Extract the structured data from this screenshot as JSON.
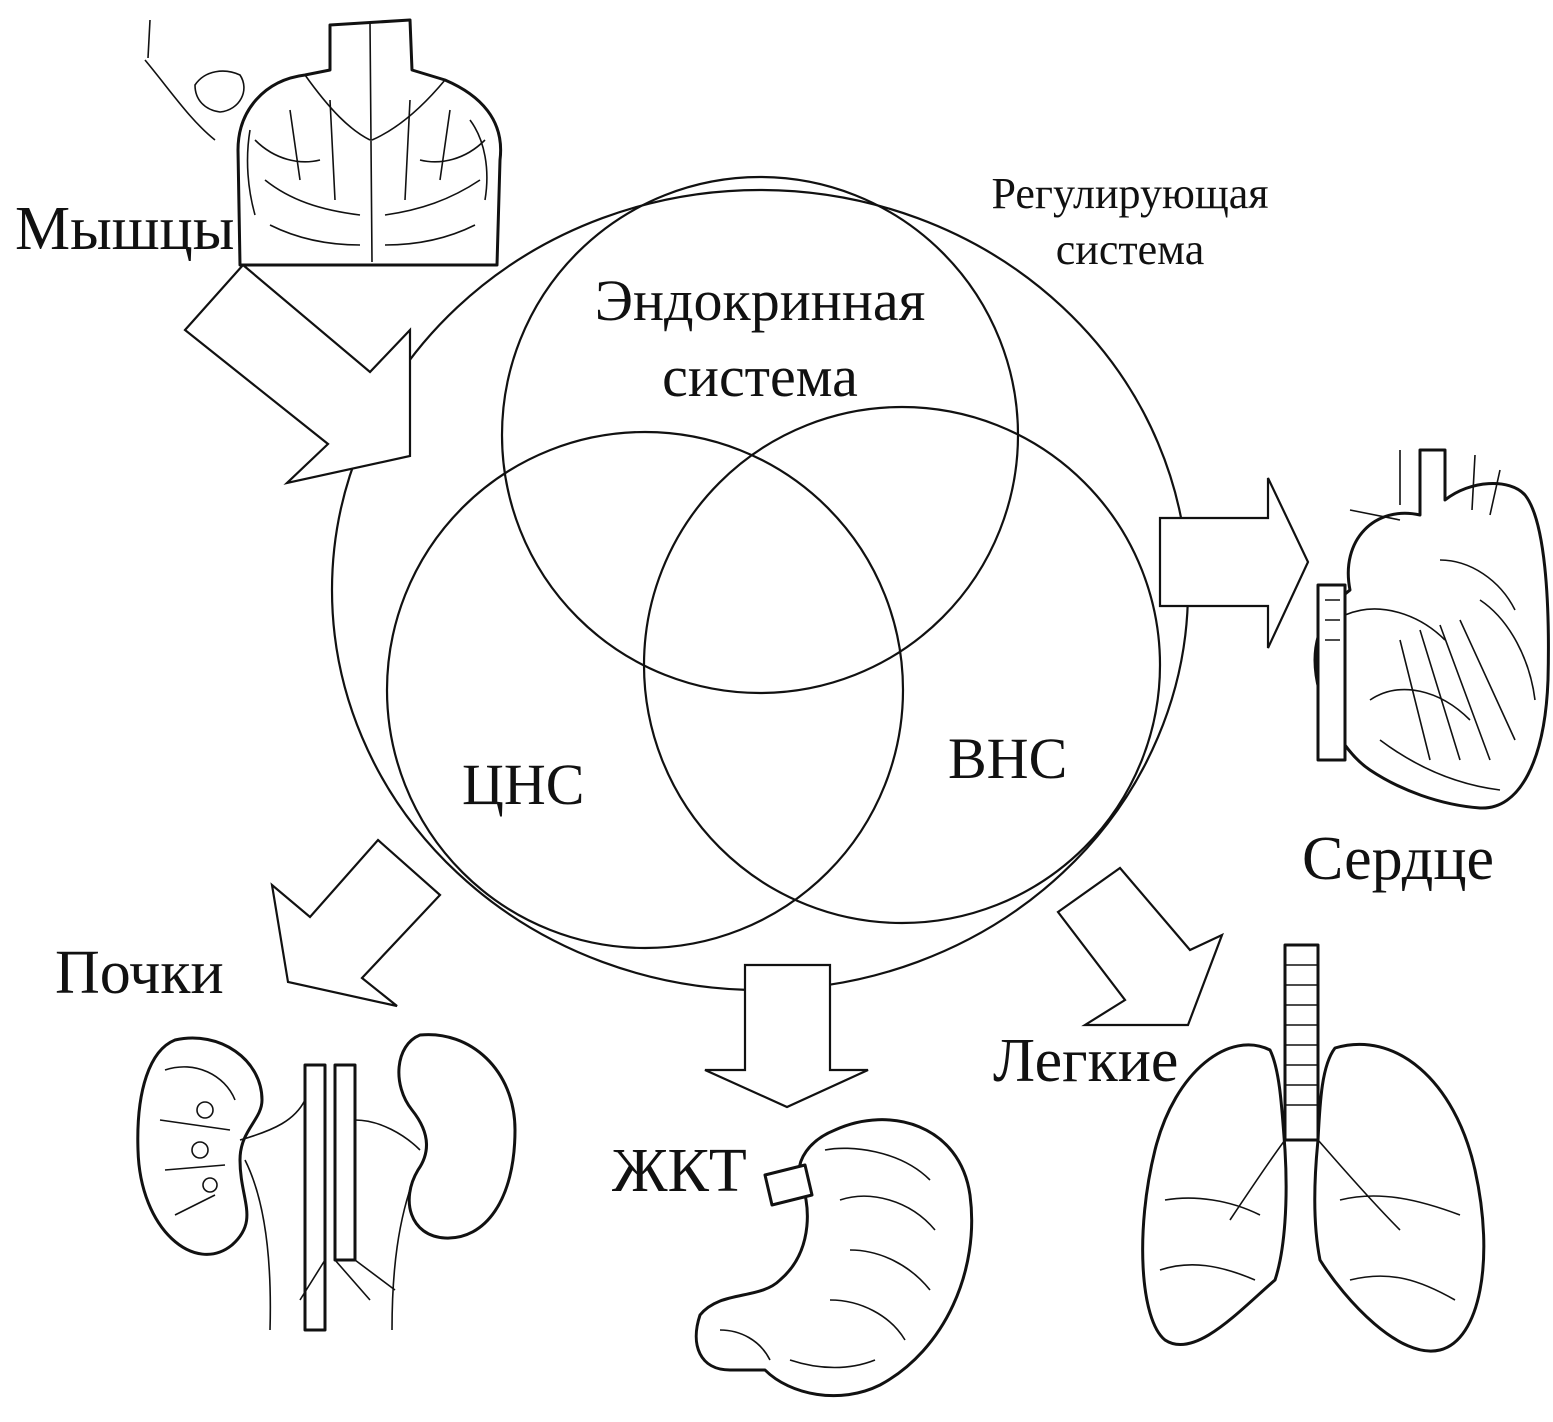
{
  "labels": {
    "muscles": "Мышцы",
    "regulating_system": [
      "Регулирующая",
      "система"
    ],
    "endocrine_system": [
      "Эндокринная",
      "система"
    ],
    "cns": "ЦНС",
    "ans": "ВНС",
    "heart": "Сердце",
    "kidneys": "Почки",
    "gi_tract": "ЖКТ",
    "lungs": "Легкие"
  },
  "colors": {
    "ink": "#111111",
    "background": "#ffffff"
  }
}
